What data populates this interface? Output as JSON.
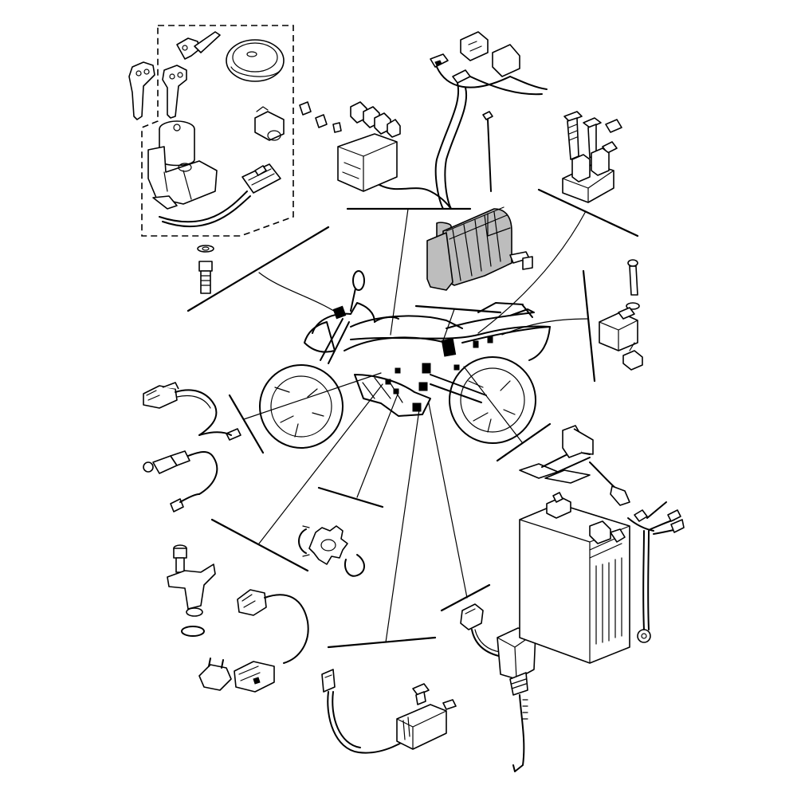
{
  "diagram": {
    "kind": "exploded-parts-illustration",
    "colors": {
      "line": "#000000",
      "background": "#ffffff",
      "shade": "#bdbdbd"
    },
    "parts": [
      "ignition-switch-assembly",
      "fuse-box-and-harness",
      "relay",
      "rectifier-regulator",
      "starter-relay",
      "sensor-with-connector",
      "crank-sensor-and-reluctor",
      "speed-sensor",
      "ignition-coil",
      "neutral-switch",
      "battery-and-cables",
      "battery-band",
      "motorcycle-silhouette"
    ]
  }
}
